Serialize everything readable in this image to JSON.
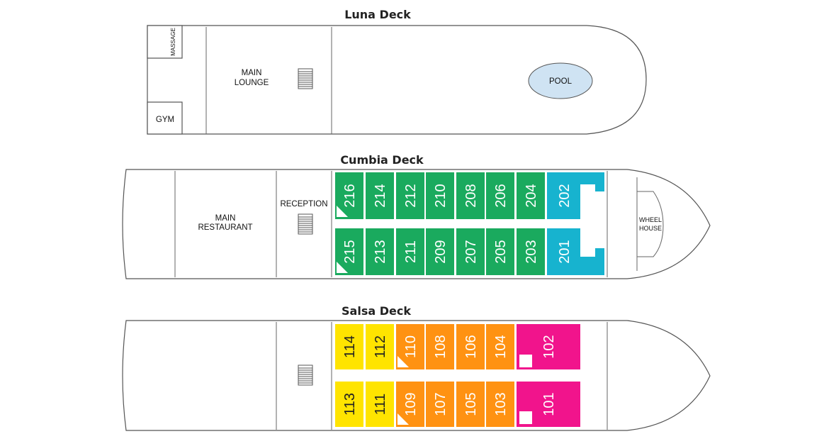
{
  "luna": {
    "title": "Luna Deck",
    "massage": "MASSAGE",
    "gym": "GYM",
    "lounge_line1": "MAIN",
    "lounge_line2": "LOUNGE",
    "pool": "POOL"
  },
  "cumbia": {
    "title": "Cumbia Deck",
    "restaurant_line1": "MAIN",
    "restaurant_line2": "RESTAURANT",
    "reception": "RECEPTION",
    "wheel_line1": "WHEEL",
    "wheel_line2": "HOUSE",
    "top_cabins": [
      "216",
      "214",
      "212",
      "210",
      "208",
      "206",
      "204",
      "202"
    ],
    "bottom_cabins": [
      "215",
      "213",
      "211",
      "209",
      "207",
      "205",
      "203",
      "201"
    ]
  },
  "salsa": {
    "title": "Salsa Deck",
    "top_cabins": [
      "114",
      "112",
      "110",
      "108",
      "106",
      "104",
      "102"
    ],
    "bottom_cabins": [
      "113",
      "111",
      "109",
      "107",
      "105",
      "103",
      "101"
    ]
  },
  "colors": {
    "green": "#1aaa5e",
    "blue": "#17b3cf",
    "yellow": "#ffe400",
    "orange": "#ff9212",
    "magenta": "#f1148c",
    "pool": "#cfe3f3"
  }
}
